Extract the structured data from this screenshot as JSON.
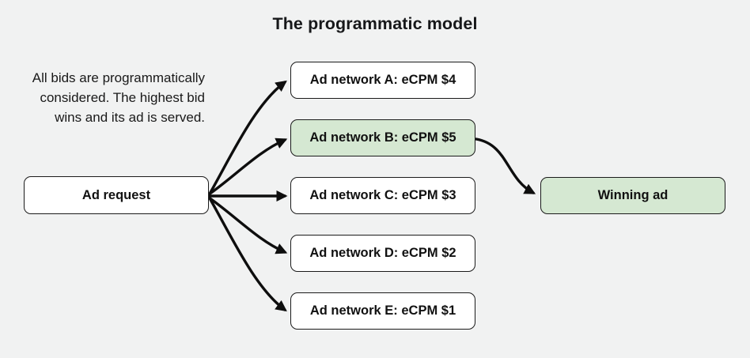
{
  "title": "The programmatic model",
  "note": {
    "text": "All bids are programmatically considered. The highest bid wins and its ad is served.",
    "lines": [
      "All bids are programmatically",
      "considered. The highest bid",
      "wins and its ad is served."
    ]
  },
  "nodes": {
    "ad_request": {
      "label": "Ad request",
      "highlight": false
    },
    "networks": [
      {
        "label": "Ad network A: eCPM $4",
        "highlight": false
      },
      {
        "label": "Ad network B: eCPM $5",
        "highlight": true
      },
      {
        "label": "Ad network C: eCPM $3",
        "highlight": false
      },
      {
        "label": "Ad network D: eCPM $2",
        "highlight": false
      },
      {
        "label": "Ad network E: eCPM $1",
        "highlight": false
      }
    ],
    "winning_ad": {
      "label": "Winning ad",
      "highlight": true
    }
  },
  "edges": [
    {
      "from": "Ad request",
      "to": "Ad network A: eCPM $4"
    },
    {
      "from": "Ad request",
      "to": "Ad network B: eCPM $5"
    },
    {
      "from": "Ad request",
      "to": "Ad network C: eCPM $3"
    },
    {
      "from": "Ad request",
      "to": "Ad network D: eCPM $2"
    },
    {
      "from": "Ad request",
      "to": "Ad network E: eCPM $1"
    },
    {
      "from": "Ad network B: eCPM $5",
      "to": "Winning ad"
    }
  ],
  "colors": {
    "background": "#f1f2f2",
    "box_fill": "#ffffff",
    "highlight_fill": "#d5e8d2",
    "box_border": "#1b1b1b",
    "arrow": "#0e0e0e",
    "text": "#17181a"
  }
}
